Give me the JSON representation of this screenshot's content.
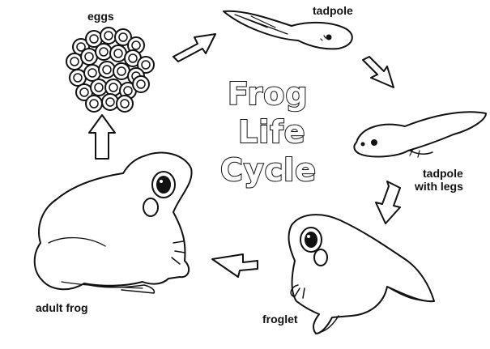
{
  "title": {
    "line1": "Frog",
    "line2": "Life",
    "line3": "Cycle"
  },
  "stages": {
    "eggs": "eggs",
    "tadpole": "tadpole",
    "tadpole_with_legs_line1": "tadpole",
    "tadpole_with_legs_line2": "with legs",
    "froglet": "froglet",
    "adult_frog": "adult frog"
  },
  "colors": {
    "ink": "#111111",
    "paper": "#ffffff"
  }
}
